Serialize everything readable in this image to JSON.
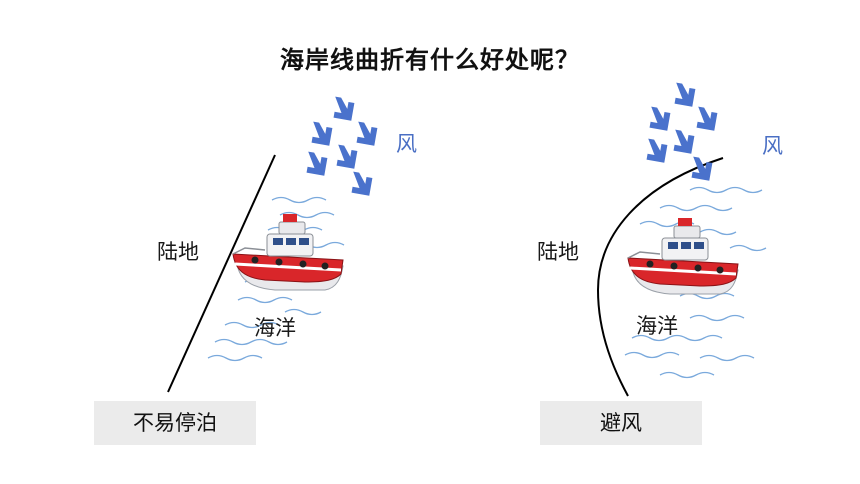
{
  "title": "海岸线曲折有什么好处呢？",
  "panels": [
    {
      "land_label": "陆地",
      "sea_label": "海洋",
      "wind_label": "风",
      "caption": "不易停泊"
    },
    {
      "land_label": "陆地",
      "sea_label": "海洋",
      "wind_label": "风",
      "caption": "避风"
    }
  ],
  "colors": {
    "wind_arrow": "#4a72cc",
    "wave": "#7aa9dc",
    "boat_hull": "#d9262a",
    "coast": "#000000"
  }
}
